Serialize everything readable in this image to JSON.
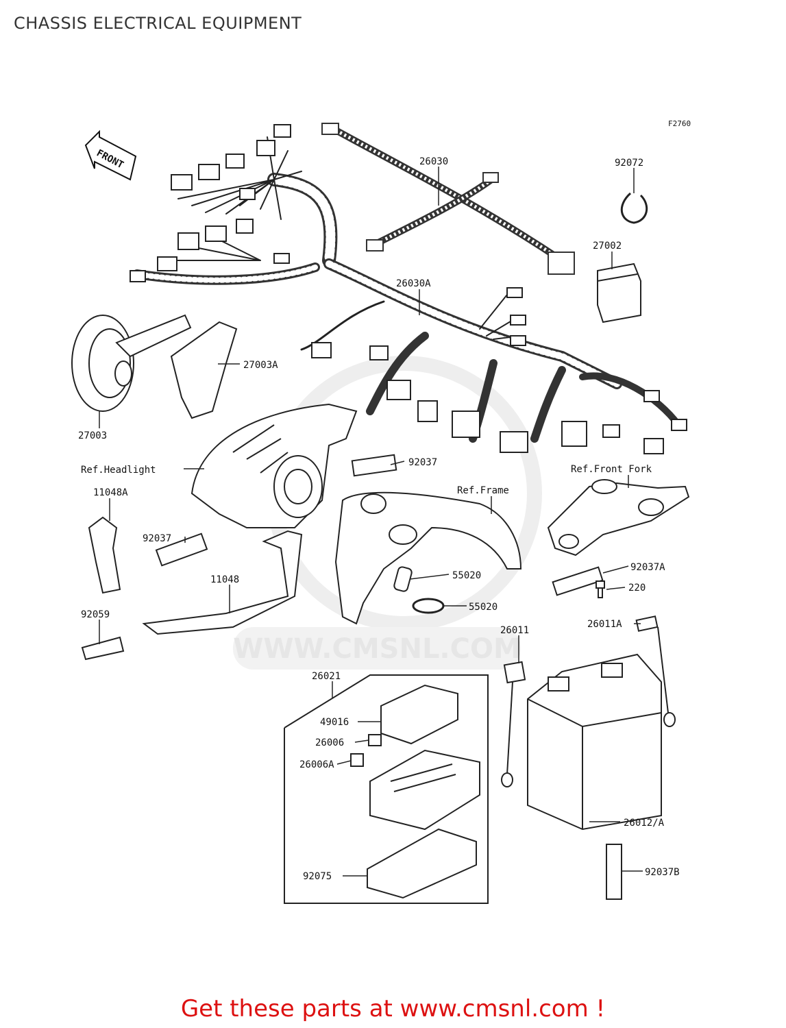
{
  "page": {
    "title": "CHASSIS ELECTRICAL EQUIPMENT"
  },
  "diagram": {
    "figure_code": "F2760",
    "front_label": "FRONT",
    "watermark": "WWW.CMSNL.COM",
    "callouts": {
      "c26030": "26030",
      "c92072": "92072",
      "c27002": "27002",
      "c26030A": "26030A",
      "c27003A": "27003A",
      "c27003": "27003",
      "cRefHeadlight": "Ref.Headlight",
      "c92037_top": "92037",
      "cRefFrontFork": "Ref.Front Fork",
      "c11048A": "11048A",
      "cRefFrame": "Ref.Frame",
      "c92037_left": "92037",
      "c55020_a": "55020",
      "c92037A": "92037A",
      "c11048": "11048",
      "c220": "220",
      "c55020_b": "55020",
      "c92059": "92059",
      "c26011": "26011",
      "c26011A": "26011A",
      "c26021": "26021",
      "c49016": "49016",
      "c26006": "26006",
      "c26006A": "26006A",
      "c26012A": "26012/A",
      "c92075": "92075",
      "c92037B": "92037B"
    }
  },
  "footer": {
    "banner": "Get these parts at www.cmsnl.com !"
  },
  "colors": {
    "footer_red": "#dd1111",
    "line": "#222222",
    "watermark": "#e6e6e6"
  }
}
